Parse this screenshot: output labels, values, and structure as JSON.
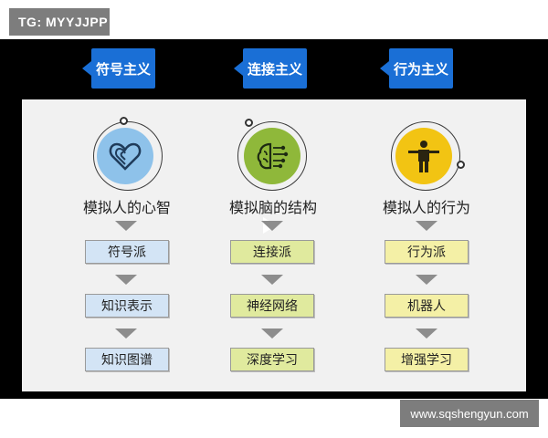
{
  "tag": "TG: MYYJJPP",
  "watermark": "www.sqshengyun.com",
  "columns": [
    {
      "badge": "符号主义",
      "heading": "模拟人的心智",
      "items": [
        "符号派",
        "知识表示",
        "知识图谱"
      ],
      "icon": "heart-fingerprint-icon",
      "icon_color": "#5b9bd5",
      "box_color": "#d3e4f5"
    },
    {
      "badge": "连接主义",
      "heading": "模拟脑的结构",
      "items": [
        "连接派",
        "神经网络",
        "深度学习"
      ],
      "icon": "brain-circuit-icon",
      "icon_color": "#8fb83a",
      "box_color": "#e0ea9e"
    },
    {
      "badge": "行为主义",
      "heading": "模拟人的行为",
      "items": [
        "行为派",
        "机器人",
        "增强学习"
      ],
      "icon": "person-icon",
      "icon_color": "#f2c413",
      "box_color": "#f4f0a6"
    }
  ],
  "colors": {
    "badge": "#1a6fd6",
    "panel": "#f1f1f1",
    "background": "#000000"
  }
}
